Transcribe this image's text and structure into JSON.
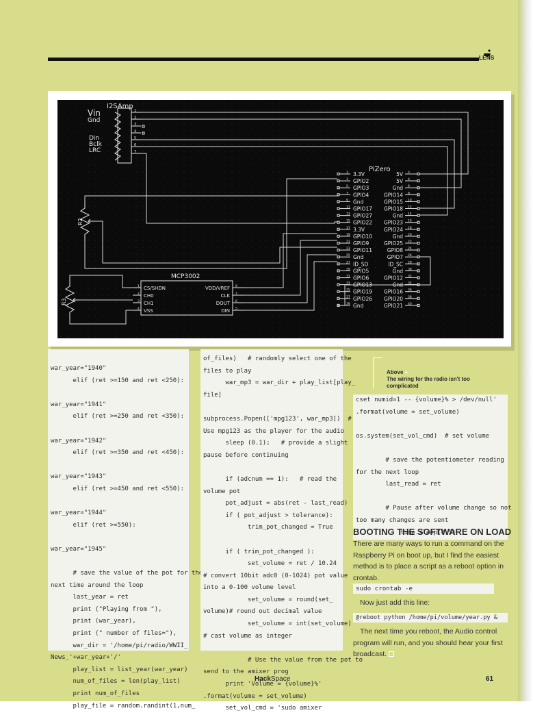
{
  "header": {
    "section_label": "LENS"
  },
  "schematic": {
    "amp_title": "I2SAmp",
    "amp_pins_left": [
      "Vin",
      "Gnd",
      "Din",
      "Bclk",
      "LRC"
    ],
    "amp_pin_numbers": [
      "1",
      "2",
      "3",
      "4",
      "5",
      "6",
      "7"
    ],
    "pi_title": "PiZero",
    "pi_left": [
      "3.3V",
      "GPIO2",
      "GPIO3",
      "GPIO4",
      "Gnd",
      "GPIO17",
      "GPIO27",
      "GPIO22",
      "3.3V",
      "GPIO10",
      "GPIO9",
      "GPIO11",
      "Gnd",
      "ID_SD",
      "GPIO5",
      "GPIO6",
      "GPIO13",
      "GPIO19",
      "GPIO26",
      "Gnd"
    ],
    "pi_right": [
      "5V",
      "5V",
      "Gnd",
      "GPIO14",
      "GPIO15",
      "GPIO18",
      "Gnd",
      "GPIO23",
      "GPIO24",
      "Gnd",
      "GPIO25",
      "GPIO8",
      "GPIO7",
      "ID_SC",
      "Gnd",
      "GPIO12",
      "Gnd",
      "GPIO16",
      "GPIO20",
      "GPIO21"
    ],
    "pi_left_nums": [
      "1",
      "3",
      "5",
      "7",
      "9",
      "11",
      "13",
      "15",
      "17",
      "19",
      "21",
      "23",
      "25",
      "27",
      "29",
      "31",
      "33",
      "35",
      "37",
      "39"
    ],
    "pi_right_nums": [
      "2",
      "4",
      "6",
      "8",
      "10",
      "12",
      "14",
      "16",
      "18",
      "20",
      "22",
      "24",
      "26",
      "28",
      "30",
      "32",
      "34",
      "36",
      "38",
      "40"
    ],
    "mcp_title": "MCP3002",
    "mcp_left": [
      "CS/SHDN",
      "CH0",
      "CH1",
      "VSS"
    ],
    "mcp_right": [
      "VDD/VREF",
      "CLK",
      "DOUT",
      "DIN"
    ],
    "mcp_left_nums": [
      "1",
      "2",
      "3",
      "4"
    ],
    "mcp_right_nums": [
      "8",
      "7",
      "6",
      "5"
    ],
    "r2_label": "R2",
    "r3_label": "R3"
  },
  "code_col1": [
    "war_year=\"1940\"",
    "      elif (ret >=150 and ret <250):",
    "",
    "war_year=\"1941\"",
    "      elif (ret >=250 and ret <350):",
    "",
    "war_year=\"1942\"",
    "      elif (ret >=350 and ret <450):",
    "",
    "war_year=\"1943\"",
    "      elif (ret >=450 and ret <550):",
    "",
    "war_year=\"1944\"",
    "      elif (ret >=550):",
    "",
    "war_year=\"1945\"",
    "",
    "      # save the value of the pot for the",
    "next time around the loop",
    "      last_year = ret",
    "      print (\"Playing from \"),",
    "      print (war_year),",
    "      print (\" number of files=\"),",
    "      war_dir = '/home/pi/radio/WWII_",
    "News_'+war_year+'/'",
    "      play_list = list_year(war_year)",
    "      num_of_files = len(play_list)",
    "      print num_of_files",
    "      play_file = random.randint(1,num_"
  ],
  "code_col2": [
    "of_files)   # randomly select one of the",
    "files to play",
    "      war_mp3 = war_dir + play_list[play_",
    "file]",
    "",
    "subprocess.Popen(['mpg123', war_mp3])  #",
    "Use mpg123 as the player for the audio",
    "      sleep (0.1);   # provide a slight",
    "pause before continuing",
    "",
    "      if (adcnum == 1):   # read the",
    "volume pot",
    "      pot_adjust = abs(ret - last_read)",
    "      if ( pot_adjust > tolerance):",
    "            trim_pot_changed = True",
    "",
    "      if ( trim_pot_changed ):",
    "            set_volume = ret / 10.24",
    "# convert 10bit adc0 (0-1024) pot value",
    "into a 0-100 volume level",
    "            set_volume = round(set_",
    "volume)# round out decimal value",
    "            set_volume = int(set_volume)",
    "# cast volume as integer",
    "",
    "            # Use the value from the pot to",
    "send to the amixer prog",
    "      print 'Volume = {volume}%'",
    ".format(volume = set_volume)",
    "      set_vol_cmd = 'sudo amixer"
  ],
  "code_col3": [
    "cset numid=1 -- {volume}% > /dev/null'",
    ".format(volume = set_volume)",
    "",
    "os.system(set_vol_cmd)  # set volume",
    "",
    "        # save the potentiometer reading",
    "for the next loop",
    "        last_read = ret",
    "",
    "        # Pause after volume change so not",
    "too many changes are sent",
    "            time.sleep(0.5)"
  ],
  "caption": {
    "title": "Above",
    "text": "The wiring for the radio isn't too complicated"
  },
  "section": {
    "heading": "BOOTING THE SOFTWARE ON LOAD",
    "para1": "There are many ways to run a command on the Raspberry Pi on boot up, but I find the easiest method is to place a script as a reboot option in crontab.",
    "cmd1": "sudo crontab -e",
    "para2": "Now just add this line:",
    "cmd2": "@reboot python /home/pi/volume/year.py &",
    "para3": "The next time you reboot, the Audio control program will run, and you should hear your first broadcast."
  },
  "footer": {
    "brand_a": "Hack",
    "brand_b": "Space",
    "page_number": "61"
  }
}
